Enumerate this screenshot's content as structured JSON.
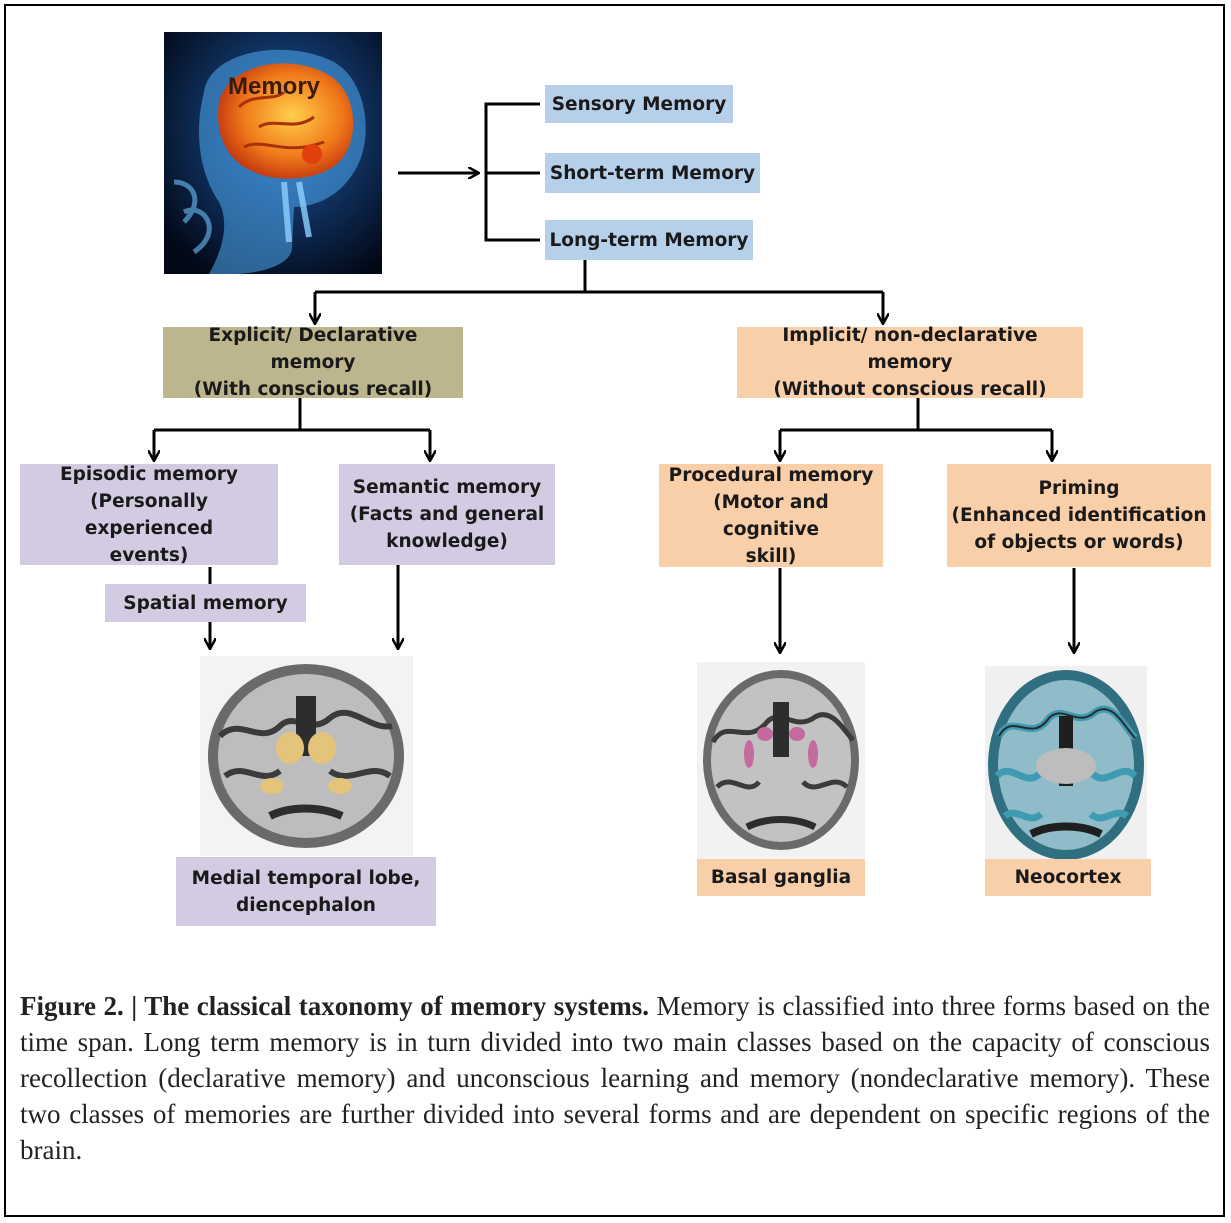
{
  "hero": {
    "label": "Memory"
  },
  "time_forms": [
    {
      "id": "sensory",
      "label": "Sensory Memory"
    },
    {
      "id": "short",
      "label": "Short-term Memory"
    },
    {
      "id": "long",
      "label": "Long-term Memory"
    }
  ],
  "classes": {
    "explicit": "Explicit/  Declarative memory\n(With conscious recall)",
    "implicit": "Implicit/  non-declarative memory\n(Without conscious recall)"
  },
  "forms": {
    "episodic": "Episodic memory\n(Personally experienced\nevents)",
    "semantic": "Semantic memory\n(Facts and general\nknowledge)",
    "procedural": "Procedural memory\n(Motor and cognitive\nskill)",
    "priming": "Priming\n(Enhanced identification\nof objects or words)",
    "spatial": "Spatial memory"
  },
  "regions": {
    "mtl": "Medial temporal lobe,\ndiencephalon",
    "basal": "Basal ganglia",
    "neocortex": "Neocortex"
  },
  "caption": {
    "lead": "Figure 2. | The classical taxonomy of memory systems.",
    "body": " Memory is classified into three forms based on the time span. Long term memory is in turn divided into two main classes based on the capacity of conscious recollection (declarative memory) and unconscious learning and memory (nondeclarative memory). These two classes of memories are further divided into several forms and are dependent on specific regions of the brain."
  },
  "colors": {
    "time_box": "#b7d0ea",
    "explicit": "#bdb58d",
    "explicit_forms": "#d3cbe1",
    "implicit": "#f8cfa9",
    "mtl_highlight": "#e3c47a",
    "basal_highlight": "#c56a9e",
    "neocortex_highlight": "#3e9bb3"
  }
}
